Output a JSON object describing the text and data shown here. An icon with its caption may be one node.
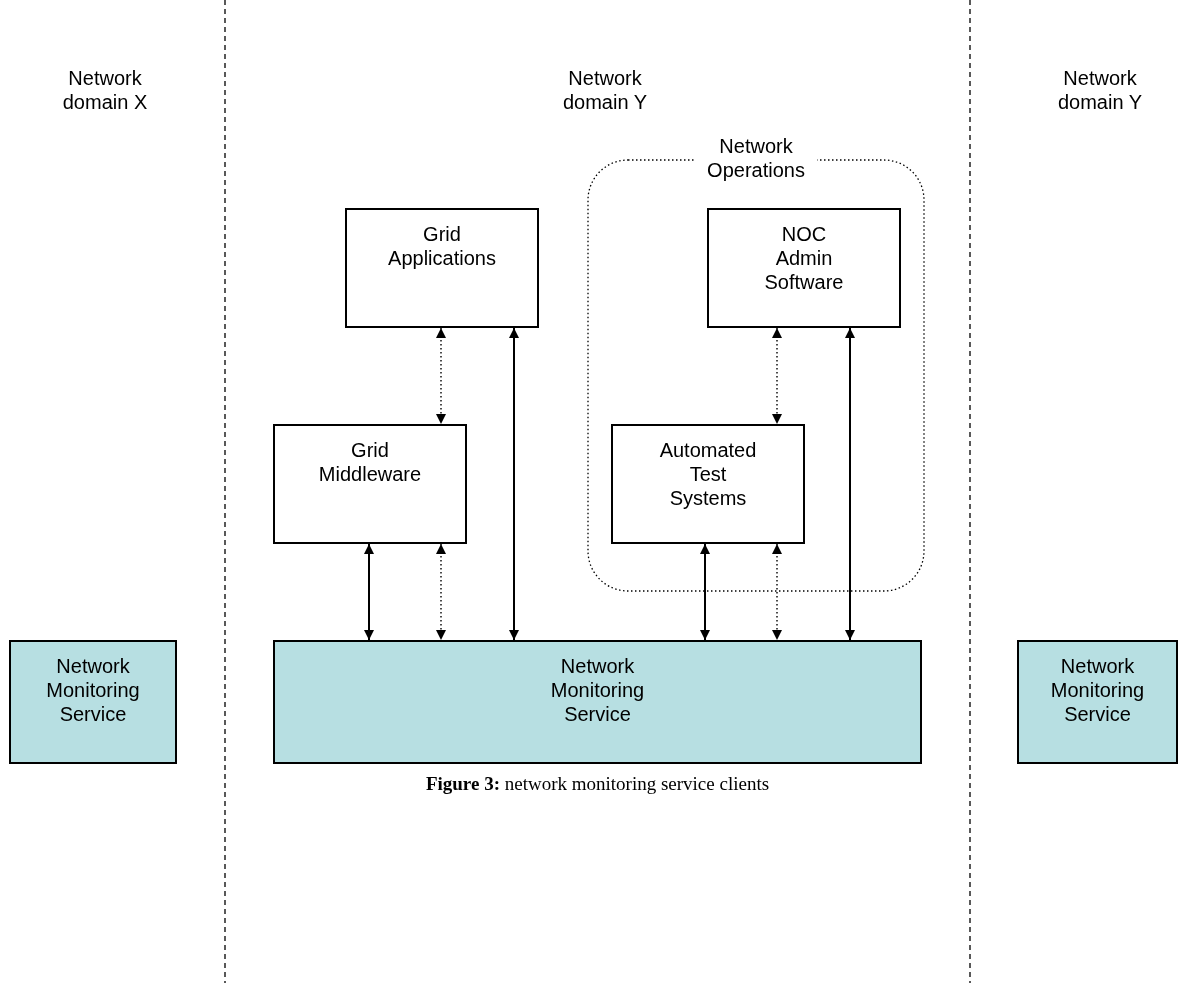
{
  "diagram": {
    "caption": "**Figure 3:** network monitoring service clients",
    "nodes": [
      {
        "text": [
          "Grid Applications"
        ]
      },
      {
        "text": [
          "Network Operations"
        ]
      },
      {
        "text": [
          "NOC Admin Software"
        ],
        "in": 1
      },
      {
        "text": [
          "Grid Middleware"
        ]
      },
      {
        "text": [
          "Automated Test Systems"
        ],
        "in": 1
      },
      {
        "text": [
          "Network Monitoring Service"
        ]
      },
      {
        "text": [
          "Network Monitoring Service"
        ]
      },
      {
        "text": [
          "Network Monitoring Service"
        ]
      }
    ],
    "edges": [
      {
        "from": 0,
        "to": 3,
        "arrow": "both",
        "style": "dashed"
      },
      {
        "from": 0,
        "to": 6,
        "arrow": "both"
      },
      {
        "from": 2,
        "to": 4,
        "arrow": "both",
        "style": "dashed"
      },
      {
        "from": 2,
        "to": 6,
        "arrow": "both"
      },
      {
        "from": 3,
        "to": 6,
        "arrow": "both"
      },
      {
        "from": 3,
        "to": 6,
        "arrow": "both",
        "style": "dashed"
      },
      {
        "from": 4,
        "to": 6,
        "arrow": "both"
      },
      {
        "from": 4,
        "to": 6,
        "arrow": "both",
        "style": "dashed"
      }
    ],
    "labels": [
      "Network domain X",
      "Network domain Y",
      "Network domain Y"
    ]
  }
}
